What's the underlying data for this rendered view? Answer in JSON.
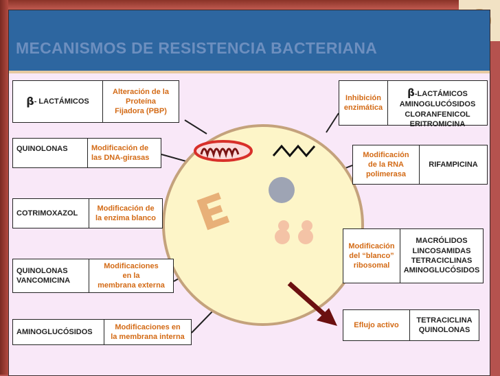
{
  "title": "MECANISMOS DE RESISTENCIA BACTERIANA",
  "left": [
    {
      "drug_symbol": "β",
      "drug": " - LACTÁMICOS",
      "mechanism": "Alteración de la\nProteína\nFijadora (PBP)"
    },
    {
      "drug": "QUINOLONAS",
      "mechanism": "Modificación de\nlas DNA-girasas"
    },
    {
      "drug": "COTRIMOXAZOL",
      "mechanism": "Modificación de\nla enzima blanco"
    },
    {
      "drug": "QUINOLONAS\nVANCOMICINA",
      "mechanism": "Modificaciones\nen la\nmembrana externa"
    },
    {
      "drug": "AMINOGLUCÓSIDOS",
      "mechanism": "Modificaciones en\nla membrana interna"
    }
  ],
  "right": [
    {
      "mechanism": "Inhibición\nenzimática",
      "drug_symbol": "β",
      "drug": "-LACTÁMICOS\nAMINOGLUCÓSIDOS\nCLORANFENICOL\nERITROMICINA"
    },
    {
      "mechanism": "Modificación\nde la RNA\npolimerasa",
      "drug": "RIFAMPICINA"
    },
    {
      "mechanism": "Modificación\ndel “blanco”\nribosomal",
      "drug": "MACRÓLIDOS\nLINCOSAMIDAS\nTETRACICLINAS\nAMINOGLUCÓSIDOS"
    },
    {
      "mechanism": "Eflujo activo",
      "drug": "TETRACICLINA\nQUINOLONAS"
    }
  ],
  "colors": {
    "title_band": "#2d66a0",
    "title_text": "#6d8fbf",
    "background": "#f9e8f8",
    "cell": "#fcf8d2",
    "cell_border": "#c49a9a",
    "mechanism_text": "#d36a15",
    "mitochondria": "#d8302a",
    "nucleus": "#9ea4b4",
    "ribosome": "#f4c3a6",
    "arrow": "#6b1010",
    "cell_wall_protein": "#e8b078"
  }
}
